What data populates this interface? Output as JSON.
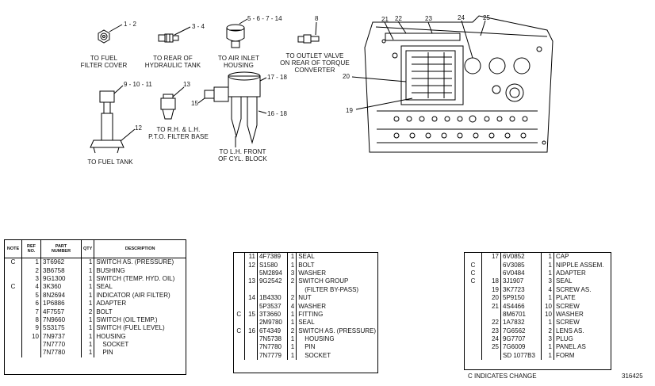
{
  "callouts": {
    "c1_2": "1 - 2",
    "c3_4": "3 - 4",
    "c5_14": "5 - 6 - 7 - 14",
    "c8": "8",
    "c9_11": "9 - 10 - 11",
    "c13": "13",
    "c12": "12",
    "c15": "15",
    "c16_18": "16 - 18",
    "c17_18": "17 - 18",
    "c19": "19",
    "c20": "20",
    "c21": "21",
    "c22": "22",
    "c23": "23",
    "c24": "24",
    "c25": "25"
  },
  "labels": {
    "fuel_filter": "TO FUEL\nFILTER COVER",
    "hyd_tank": "TO REAR OF\nHYDRAULIC TANK",
    "air_inlet": "TO AIR INLET\nHOUSING",
    "outlet_valve": "TO OUTLET VALVE\nON REAR OF TORQUE\nCONVERTER",
    "pto_filter": "TO R.H. & L.H.\nP.T.O. FILTER BASE",
    "fuel_tank": "TO FUEL TANK",
    "cyl_block": "TO L.H. FRONT\nOF CYL. BLOCK"
  },
  "table_headers": {
    "note": "NOTE",
    "ref": "REF\nNO.",
    "part": "PART\nNUMBER",
    "qty": "QTY",
    "desc": "DESCRIPTION"
  },
  "table1": [
    {
      "note": "C",
      "ref": "1",
      "part": "3T6962",
      "qty": "1",
      "desc": "SWITCH AS. (PRESSURE)"
    },
    {
      "note": "",
      "ref": "2",
      "part": "3B6758",
      "qty": "1",
      "desc": "BUSHING"
    },
    {
      "note": "",
      "ref": "3",
      "part": "9G1300",
      "qty": "1",
      "desc": "SWITCH (TEMP. HYD. OIL)"
    },
    {
      "note": "C",
      "ref": "4",
      "part": "3K360",
      "qty": "1",
      "desc": "SEAL"
    },
    {
      "note": "",
      "ref": "5",
      "part": "8N2694",
      "qty": "1",
      "desc": "INDICATOR (AIR FILTER)"
    },
    {
      "note": "",
      "ref": "6",
      "part": "1P6886",
      "qty": "1",
      "desc": "ADAPTER"
    },
    {
      "note": "",
      "ref": "7",
      "part": "4F7557",
      "qty": "2",
      "desc": "BOLT"
    },
    {
      "note": "",
      "ref": "8",
      "part": "7N9660",
      "qty": "1",
      "desc": "SWITCH (OIL TEMP.)"
    },
    {
      "note": "",
      "ref": "9",
      "part": "5S3175",
      "qty": "1",
      "desc": "SWITCH (FUEL LEVEL)"
    },
    {
      "note": "",
      "ref": "10",
      "part": "7N9737",
      "qty": "1",
      "desc": "HOUSING"
    },
    {
      "note": "",
      "ref": "",
      "part": "7N7770",
      "qty": "1",
      "desc": "SOCKET"
    },
    {
      "note": "",
      "ref": "",
      "part": "7N7780",
      "qty": "1",
      "desc": "PIN"
    }
  ],
  "table2": [
    {
      "note": "",
      "ref": "11",
      "part": "4F7389",
      "qty": "1",
      "desc": "SEAL"
    },
    {
      "note": "",
      "ref": "12",
      "part": "S1580",
      "qty": "1",
      "desc": "BOLT"
    },
    {
      "note": "",
      "ref": "",
      "part": "5M2894",
      "qty": "3",
      "desc": "WASHER"
    },
    {
      "note": "",
      "ref": "13",
      "part": "9G2542",
      "qty": "2",
      "desc": "SWITCH GROUP"
    },
    {
      "note": "",
      "ref": "",
      "part": "",
      "qty": "",
      "desc": "(FILTER BY-PASS)"
    },
    {
      "note": "",
      "ref": "14",
      "part": "1B4330",
      "qty": "2",
      "desc": "NUT"
    },
    {
      "note": "",
      "ref": "",
      "part": "5P3537",
      "qty": "4",
      "desc": "WASHER"
    },
    {
      "note": "C",
      "ref": "15",
      "part": "3T3660",
      "qty": "1",
      "desc": "FITTING"
    },
    {
      "note": "",
      "ref": "",
      "part": "2M9780",
      "qty": "1",
      "desc": "SEAL"
    },
    {
      "note": "C",
      "ref": "16",
      "part": "6T4349",
      "qty": "2",
      "desc": "SWITCH AS. (PRESSURE)"
    },
    {
      "note": "",
      "ref": "",
      "part": "7N5738",
      "qty": "1",
      "desc": "HOUSING"
    },
    {
      "note": "",
      "ref": "",
      "part": "7N7780",
      "qty": "1",
      "desc": "PIN"
    },
    {
      "note": "",
      "ref": "",
      "part": "7N7779",
      "qty": "1",
      "desc": "SOCKET"
    }
  ],
  "table3": [
    {
      "note": "",
      "ref": "17",
      "part": "6V0852",
      "qty": "1",
      "desc": "CAP"
    },
    {
      "note": "C",
      "ref": "",
      "part": "6V3085",
      "qty": "1",
      "desc": "NIPPLE ASSEM."
    },
    {
      "note": "C",
      "ref": "",
      "part": "6V0484",
      "qty": "1",
      "desc": "ADAPTER"
    },
    {
      "note": "C",
      "ref": "18",
      "part": "3J1907",
      "qty": "3",
      "desc": "SEAL"
    },
    {
      "note": "",
      "ref": "19",
      "part": "3K7723",
      "qty": "4",
      "desc": "SCREW AS."
    },
    {
      "note": "",
      "ref": "20",
      "part": "5P9150",
      "qty": "1",
      "desc": "PLATE"
    },
    {
      "note": "",
      "ref": "21",
      "part": "4S4466",
      "qty": "10",
      "desc": "SCREW"
    },
    {
      "note": "",
      "ref": "",
      "part": "8M6701",
      "qty": "10",
      "desc": "WASHER"
    },
    {
      "note": "",
      "ref": "22",
      "part": "1A7832",
      "qty": "1",
      "desc": "SCREW"
    },
    {
      "note": "",
      "ref": "23",
      "part": "7G6562",
      "qty": "2",
      "desc": "LENS AS."
    },
    {
      "note": "",
      "ref": "24",
      "part": "9G7707",
      "qty": "3",
      "desc": "PLUG"
    },
    {
      "note": "",
      "ref": "25",
      "part": "7G6009",
      "qty": "1",
      "desc": "PANEL AS"
    },
    {
      "note": "",
      "ref": "",
      "part": "SD 1077B3",
      "qty": "1",
      "desc": "FORM"
    }
  ],
  "footnote": "C  INDICATES CHANGE",
  "page_number": "316425"
}
